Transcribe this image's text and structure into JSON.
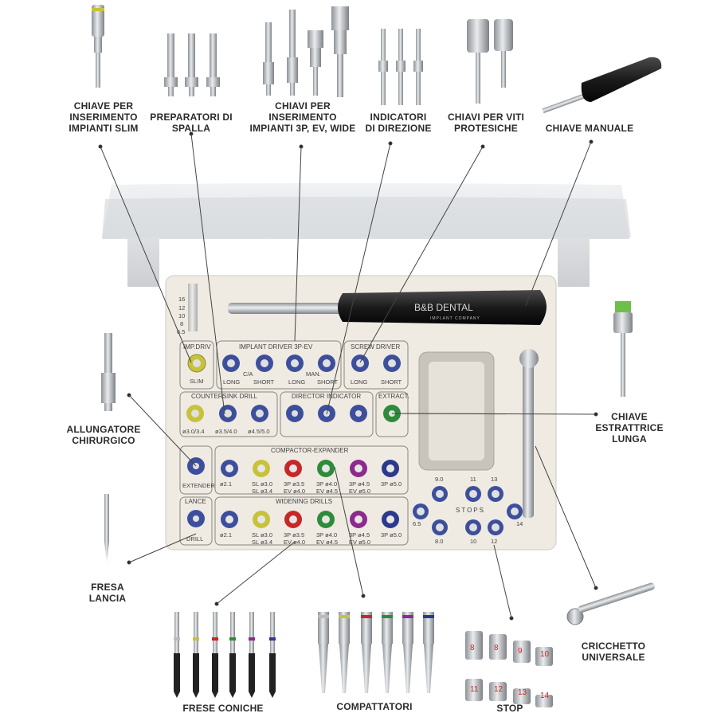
{
  "labels": {
    "slim": [
      "CHIAVE PER",
      "INSERIMENTO",
      "IMPIANTI SLIM"
    ],
    "spalla": [
      "PREPARATORI DI",
      "SPALLA"
    ],
    "chiavi3p": [
      "CHIAVI PER",
      "INSERIMENTO",
      "IMPIANTI 3P, EV, WIDE"
    ],
    "indicatori": [
      "INDICATORI",
      "DI DIREZIONE"
    ],
    "viti": [
      "CHIAVI PER VITI",
      "PROTESICHE"
    ],
    "manuale": [
      "CHIAVE MANUALE"
    ],
    "allungatore": [
      "ALLUNGATORE",
      "CHIRURGICO"
    ],
    "estrattrice": [
      "CHIAVE",
      "ESTRATTRICE",
      "LUNGA"
    ],
    "lancia": [
      "FRESA",
      "LANCIA"
    ],
    "cricchetto": [
      "CRICCHETTO",
      "UNIVERSALE"
    ],
    "coniche": [
      "FRESE CONICHE"
    ],
    "compattatori": [
      "COMPATTATORI"
    ],
    "stop": [
      "STOP"
    ]
  },
  "tray": {
    "brand": "B&B DENTAL",
    "brand_sub": "IMPLANT COMPANY",
    "imp_driv": {
      "title": "IMP.DRIV",
      "label": "SLIM"
    },
    "implant_driver": {
      "title": "IMPLANT DRIVER 3P-EV",
      "c_a": "C/A",
      "man": "MAN.",
      "labels": [
        "LONG",
        "SHORT",
        "LONG",
        "SHORT"
      ]
    },
    "screw_driver": {
      "title": "SCREW DRIVER",
      "labels": [
        "LONG",
        "SHORT"
      ]
    },
    "countersink": {
      "title": "COUNTERSINK DRILL",
      "labels": [
        "ø3.0/3.4",
        "ø3.5/4.0",
        "ø4.5/5.0"
      ]
    },
    "director": {
      "title": "DIRECTOR INDICATOR"
    },
    "extract": {
      "title": "EXTRACT."
    },
    "extender": {
      "title": "EXTENDER"
    },
    "compactor": {
      "title": "COMPACTOR-EXPANDER",
      "labels": [
        [
          "ø2.1",
          ""
        ],
        [
          "SL ø3.0",
          "SL ø3.4"
        ],
        [
          "3P ø3.5",
          "EV ø4.0"
        ],
        [
          "3P ø4.0",
          "EV ø4.5"
        ],
        [
          "3P ø4.5",
          "EV ø5.0"
        ],
        [
          "3P ø5.0",
          ""
        ]
      ]
    },
    "lance": {
      "title": "LANCE",
      "label": "DRILL"
    },
    "widening": {
      "title": "WIDENING DRILLS",
      "labels": [
        [
          "ø2.1",
          ""
        ],
        [
          "SL ø3.0",
          "SL ø3.4"
        ],
        [
          "3P ø3.5",
          "EV ø4.0"
        ],
        [
          "3P ø4.0",
          "EV ø4.5"
        ],
        [
          "3P ø4.5",
          "EV ø5.0"
        ],
        [
          "3P ø5.0",
          ""
        ]
      ]
    },
    "stops": {
      "title": "STOPS",
      "numbers": [
        "9.0",
        "11",
        "13",
        "6.5",
        "14",
        "8.0",
        "10",
        "12"
      ]
    },
    "ruler": [
      "16",
      "12",
      "10",
      "8",
      "6.5"
    ]
  },
  "stop_numbers": [
    "8",
    "8",
    "9",
    "10",
    "11",
    "12",
    "13",
    "14"
  ],
  "colors": {
    "yellow": "#c8c23a",
    "blue": "#3d4f9c",
    "red": "#c62828",
    "green": "#2e8b3a",
    "purple": "#8e2a8e",
    "navy": "#2c3a8c",
    "silver": "#c9cbce"
  }
}
